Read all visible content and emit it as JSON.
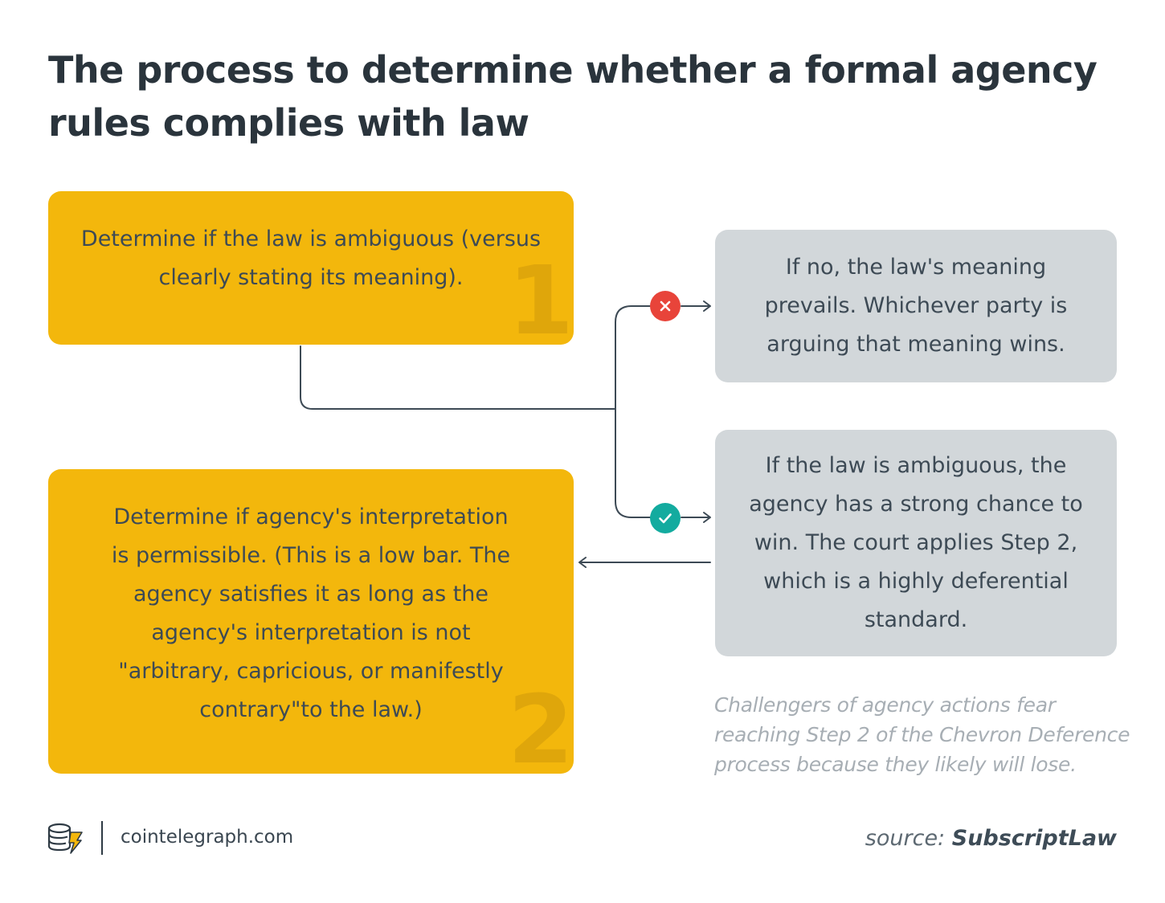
{
  "title": "The process to determine whether a formal agency rules complies with law",
  "steps": [
    {
      "number": "1",
      "text": "Determine if the law is ambiguous (versus clearly stating its meaning)."
    },
    {
      "number": "2",
      "text": "Determine if agency's interpretation is permissible. (This is a low bar. The agency satisfies it as long as the agency's interpretation is not \"arbitrary, capricious, or manifestly contrary\"to the law.)"
    }
  ],
  "outcomes": {
    "no": "If no, the law's meaning prevails. Whichever party is arguing that meaning wins.",
    "yes": "If the law is ambiguous, the agency has a strong chance to win. The court applies Step 2, which is a highly deferential standard."
  },
  "badges": {
    "no_icon": "cross-icon",
    "no_color": "#e8443a",
    "yes_icon": "check-icon",
    "yes_color": "#13ab9f"
  },
  "note": "Challengers of agency actions fear reaching Step 2 of the Chevron Deference process because they likely will lose.",
  "footer": {
    "site": "cointelegraph.com",
    "logo_icon": "cointelegraph-logo-icon",
    "source_label": "source:",
    "source_name": "SubscriptLaw"
  },
  "colors": {
    "step_box": "#f3b70c",
    "outcome_box": "#d2d7da",
    "connector": "#3d4a55"
  }
}
